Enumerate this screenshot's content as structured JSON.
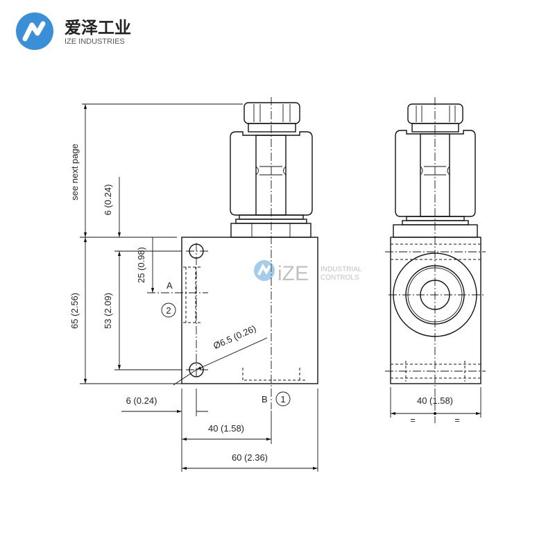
{
  "logo": {
    "name_cn": "爱泽工业",
    "name_en": "IZE INDUSTRIES",
    "color": "#3b8fd6"
  },
  "watermark": {
    "brand": "iZE",
    "line1": "INDUSTRIAL",
    "line2": "CONTROLS"
  },
  "drawing": {
    "side_view": {
      "see_next_page": "see next page",
      "dim_top_offset": "6 (0.24)",
      "dim_height": "65 (2.56)",
      "dim_hole_spacing": "53 (2.09)",
      "dim_port_a": "25 (0.98)",
      "port_a_label": "A",
      "port_a_number": "2",
      "hole_diameter": "Ø6.5 (0.26)",
      "port_b_label": "B",
      "port_b_number": "1",
      "dim_left_offset": "6 (0.24)",
      "dim_center": "40 (1.58)",
      "dim_width": "60 (2.36)"
    },
    "front_view": {
      "dim_width": "40 (1.58)",
      "equal_left": "=",
      "equal_right": "="
    }
  }
}
